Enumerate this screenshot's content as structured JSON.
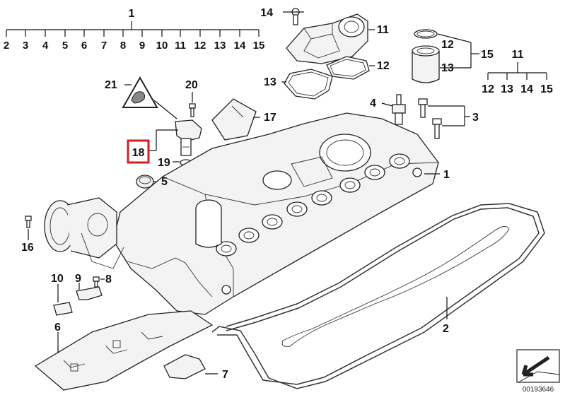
{
  "header_group": {
    "label": "1",
    "items": [
      "2",
      "3",
      "4",
      "5",
      "6",
      "7",
      "8",
      "9",
      "10",
      "11",
      "12",
      "13",
      "14",
      "15"
    ]
  },
  "group_11": {
    "label": "11",
    "items": [
      "12",
      "13",
      "14",
      "15"
    ]
  },
  "callouts": {
    "c14": "14",
    "c11": "11",
    "c12_right": "12",
    "c13_top": "13",
    "c12_bracket": "12",
    "c13_bracket": "13",
    "c15_bracket": "15",
    "c21": "21",
    "c20": "20",
    "c17": "17",
    "c4": "4",
    "c3": "3",
    "c18": "18",
    "c19": "19",
    "c5": "5",
    "c1": "1",
    "c16": "16",
    "c10": "10",
    "c9": "9",
    "c8": "8",
    "c6": "6",
    "c2": "2",
    "c7": "7"
  },
  "highlight": {
    "label": "18",
    "color": "#d21f26"
  },
  "footer": {
    "diagram_number": "00193646"
  },
  "icons": [
    "warning-triangle-hand-icon",
    "arrow-box-icon"
  ]
}
